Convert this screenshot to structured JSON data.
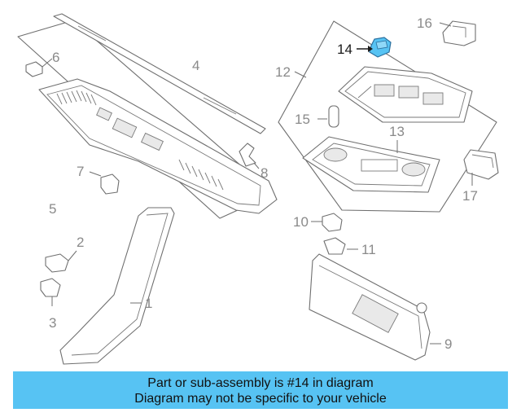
{
  "callouts": {
    "c1": "1",
    "c2": "2",
    "c3": "3",
    "c4": "4",
    "c5": "5",
    "c6": "6",
    "c7": "7",
    "c8": "8",
    "c9": "9",
    "c10": "10",
    "c11": "11",
    "c12": "12",
    "c13": "13",
    "c14": "14",
    "c15": "15",
    "c16": "16",
    "c17": "17"
  },
  "highlight": {
    "part": "14",
    "color": "#57c3f3"
  },
  "banner": {
    "line1": "Part or sub-assembly is #14 in diagram",
    "line2": "Diagram may not be specific to your vehicle",
    "color": "#57c3f3"
  }
}
